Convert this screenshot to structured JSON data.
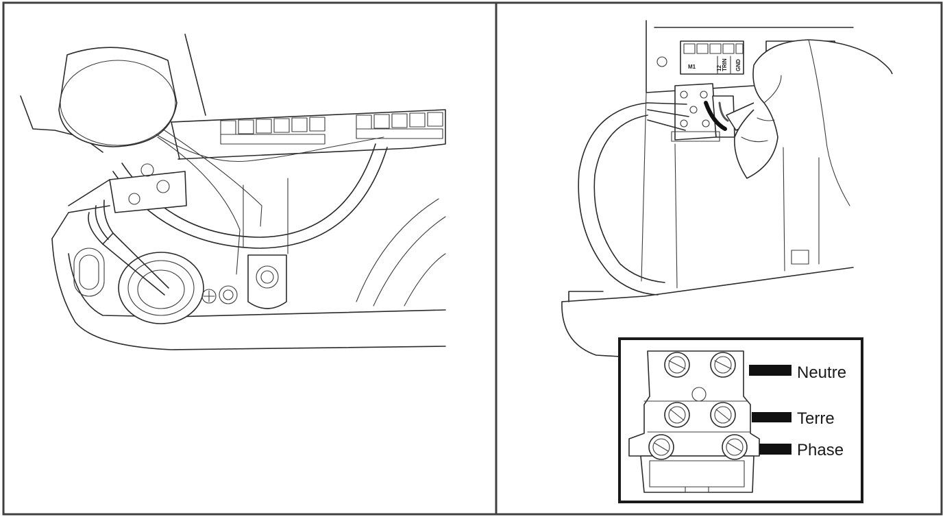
{
  "panels": {
    "left": {
      "icon": "cable-entry-illustration-icon"
    },
    "right": {
      "icon": "terminal-connection-illustration-icon",
      "board_labels": [
        "M1",
        "12",
        "TRIN",
        "GND"
      ],
      "inset": {
        "icon": "terminal-block-closeup-icon",
        "wires": [
          {
            "label": "Neutre"
          },
          {
            "label": "Terre"
          },
          {
            "label": "Phase"
          }
        ]
      }
    }
  },
  "colors": {
    "frame": "#404040",
    "ink": "#2a2a2a",
    "wire": "#111111",
    "background": "#ffffff"
  }
}
